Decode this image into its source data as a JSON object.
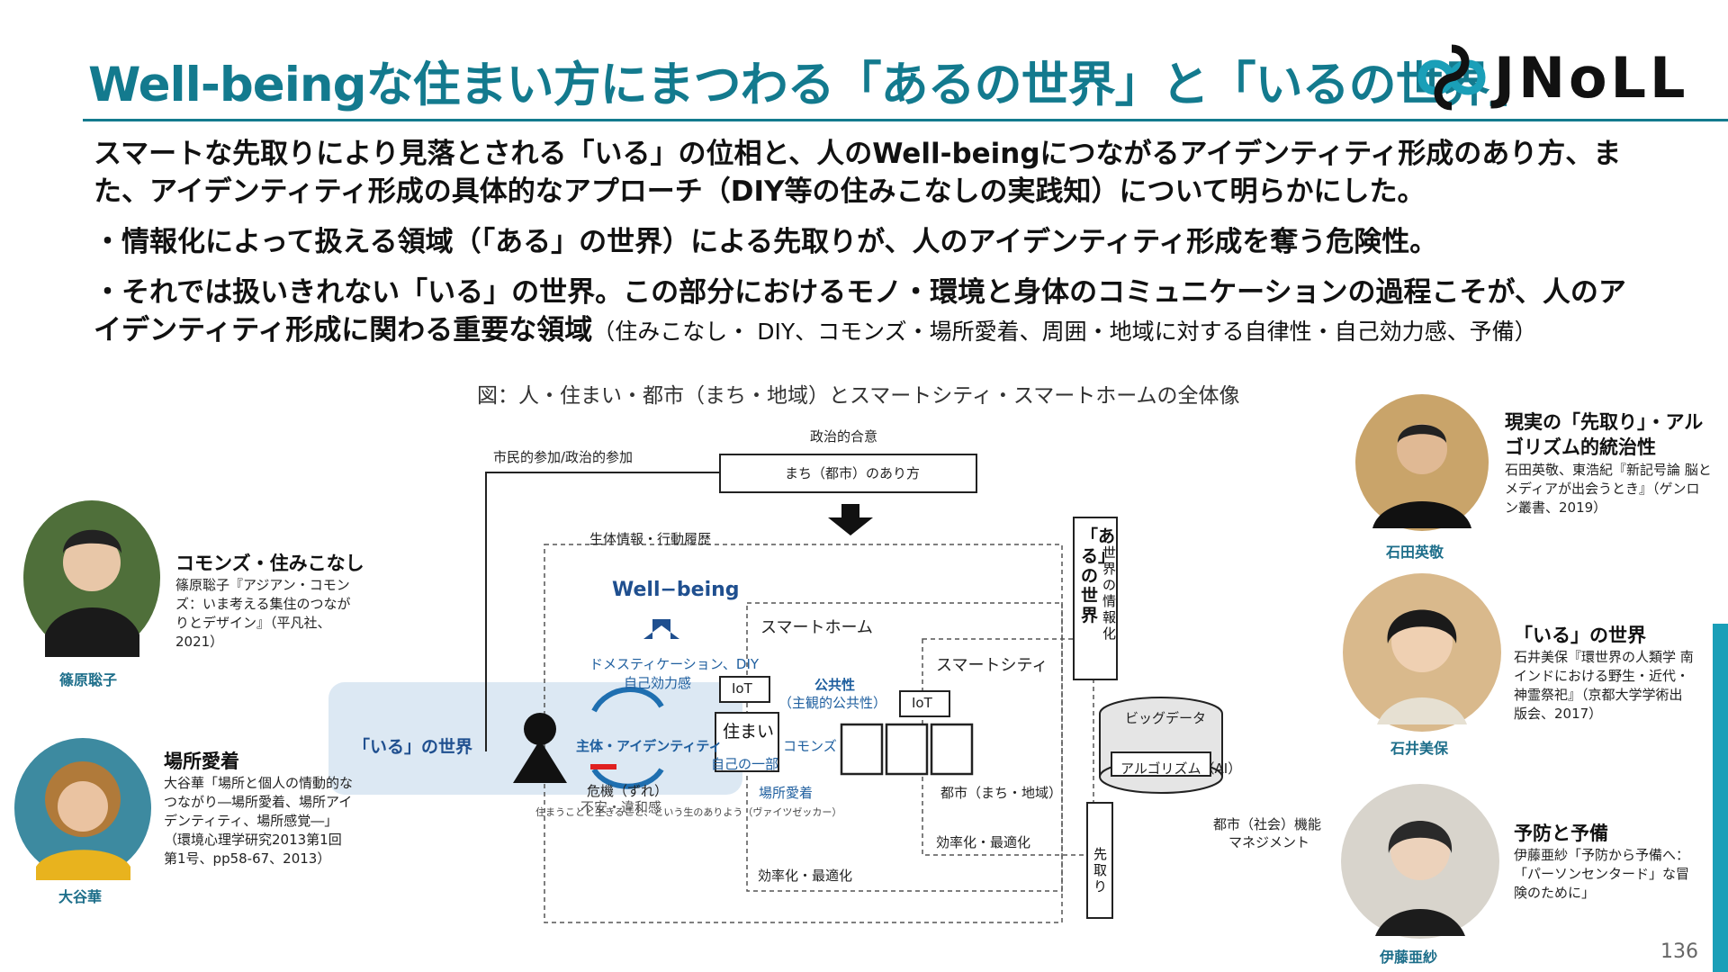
{
  "slide": {
    "title": "Well-beingな住まい方にまつわる「あるの世界」と「いるの世界」",
    "logo_text": "JNoLL",
    "intro": "スマートな先取りにより見落とされる「いる」の位相と、人のWell-beingにつながるアイデンティティ形成のあり方、また、アイデンティティ形成の具体的なアプローチ（DIY等の住みこなしの実践知）について明らかにした。",
    "bullet1": "・情報化によって扱える領域（「ある」の世界）による先取りが、人のアイデンティティ形成を奪う危険性。",
    "bullet2_main": "・それでは扱いきれない「いる」の世界。この部分におけるモノ・環境と身体のコミュニケーションの過程こそが、人のアイデンティティ形成に関わる重要な領域",
    "bullet2_sub": "（住みこなし・ DIY、コモンズ・場所愛着、周囲・地域に対する自律性・自己効力感、予備）",
    "page_number": "136"
  },
  "diagram": {
    "caption": "図：人・住まい・都市（まち・地域）とスマートシティ・スマートホームの全体像",
    "political_consensus": "政治的合意",
    "city_ideal": "まち（都市）のあり方",
    "citizen_participation": "市民的参加/政治的参加",
    "bio_info": "生体情報・行動履歴",
    "well_being": "Well−being",
    "smart_home": "スマートホーム",
    "smart_city": "スマートシティ",
    "domestication": "ドメスティケーション、DIY",
    "self_efficacy": "自己効力感",
    "iot": "IoT",
    "iot2": "IoT",
    "public": "公共性",
    "subjective_public": "（主観的公共性）",
    "iru_world": "「いる」の世界",
    "subject_identity": "主体・アイデンティティ",
    "house": "住まい",
    "self_part": "自己の一部",
    "commons": "コモンズ",
    "place_attachment": "場所愛着",
    "crisis": "危機（ずれ）",
    "unease": "不安・違和感",
    "dwelling_note": "住まうことと生きること、という生のありよう（ヴァイツゼッカー）",
    "city_local": "都市（まち・地域）",
    "efficiency1": "効率化・最適化",
    "efficiency2": "効率化・最適化",
    "aru_world": "「ある」の世界",
    "world_info": "世界の情報化",
    "big_data": "ビッグデータ",
    "algorithm": "アルゴリズム（AI）",
    "city_function": "都市（社会）機能",
    "management": "マネジメント",
    "anticipation": "先取り"
  },
  "people": [
    {
      "name": "篠原聡子",
      "heading": "コモンズ・住みこなし",
      "text": "篠原聡子『アジアン・コモンズ：いま考える集住のつながりとデザイン』（平凡社、2021）"
    },
    {
      "name": "大谷華",
      "heading": "場所愛着",
      "text": "大谷華「場所と個人の情動的なつながり―場所愛着、場所アイデンティティ、場所感覚―」（環境心理学研究2013第1回第1号、pp58-67、2013）"
    },
    {
      "name": "石田英敬",
      "heading": "現実の「先取り」・アルゴリズム的統治性",
      "text": "石田英敬、東浩紀『新記号論 脳とメディアが出会うとき』（ゲンロン叢書、2019）"
    },
    {
      "name": "石井美保",
      "heading": "「いる」の世界",
      "text": "石井美保『環世界の人類学 南インドにおける野生・近代・神霊祭祀』（京都大学学術出版会、2017）"
    },
    {
      "name": "伊藤亜紗",
      "heading": "予防と予備",
      "text": "伊藤亜紗「予防から予備へ：「パーソンセンタード」な冒険のために」"
    }
  ],
  "colors": {
    "accent": "#137a8e",
    "name_blue": "#1d6e8a",
    "iru_band": "#dce8f3",
    "arrow_blue": "#1f6fb0",
    "arrow_red": "#e02020"
  }
}
